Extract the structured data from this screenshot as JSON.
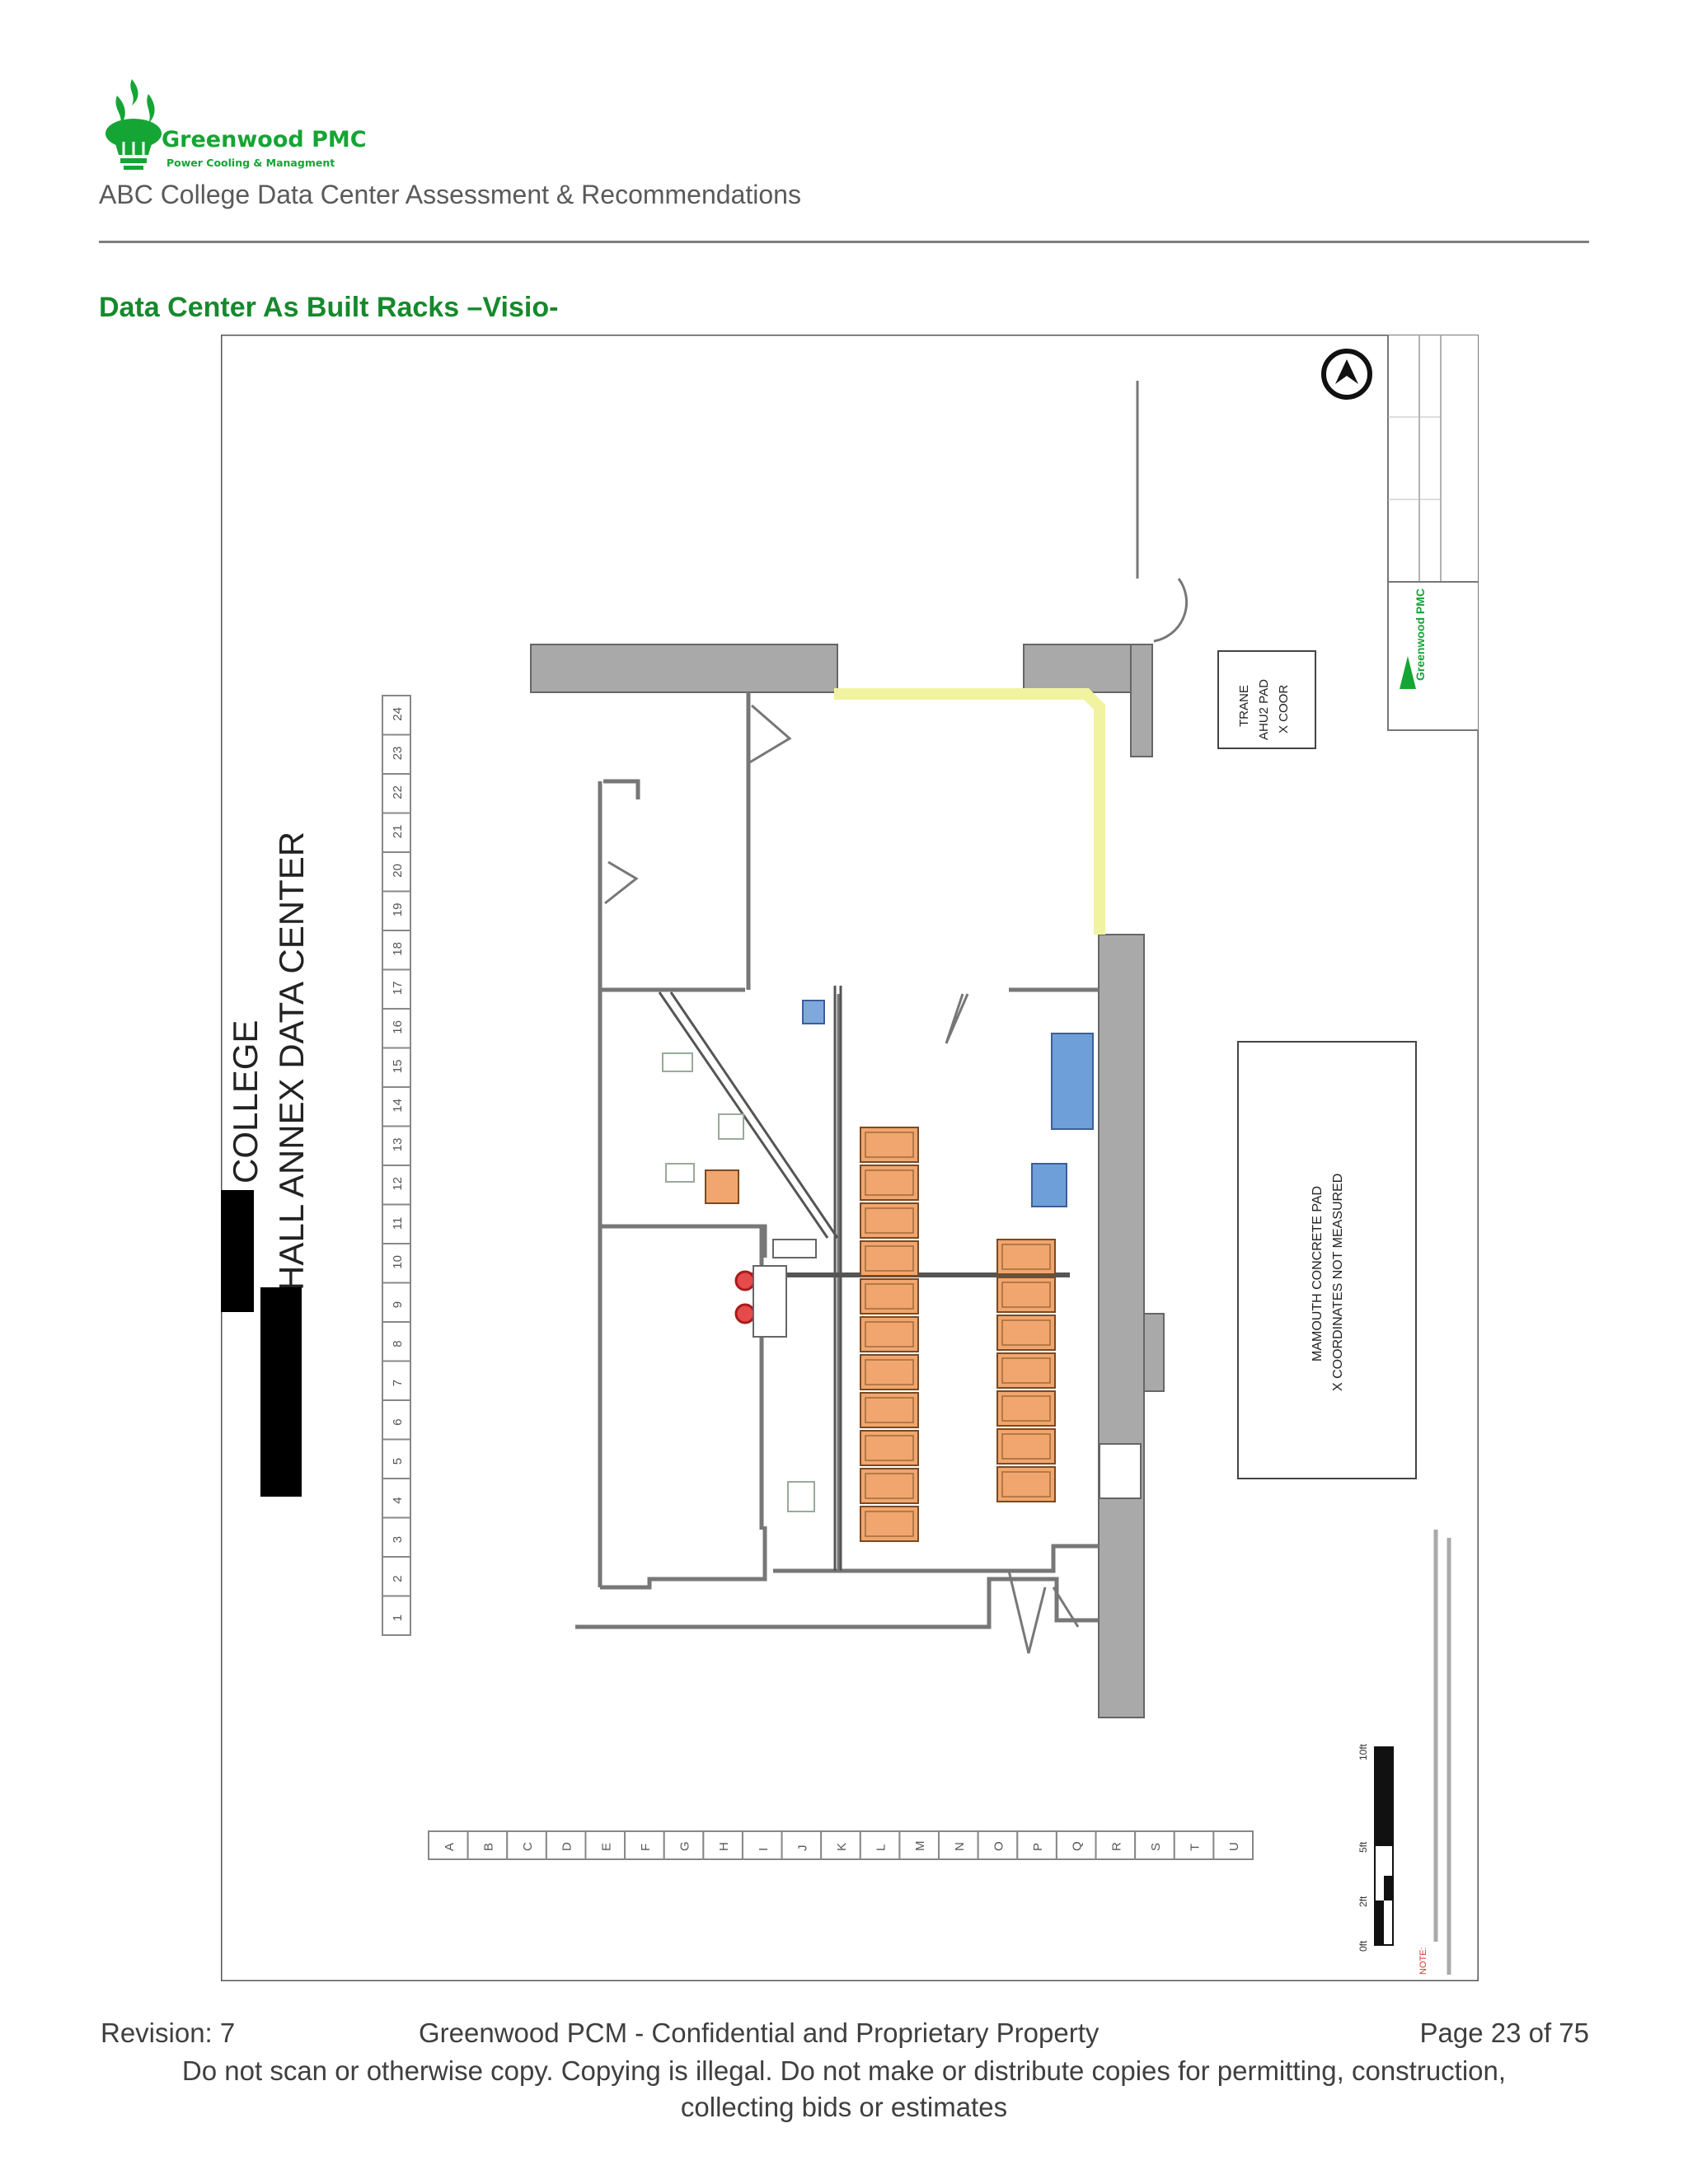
{
  "header": {
    "company_name": "Greenwood PMC",
    "company_tagline": "Power Cooling & Managment",
    "document_title": "ABC College Data Center Assessment & Recommendations"
  },
  "section": {
    "title": "Data Center As Built Racks –Visio-"
  },
  "drawing": {
    "title_line1": "COLLEGE",
    "title_line2": "HALL ANNEX DATA CENTER",
    "row_grid": [
      "1",
      "2",
      "3",
      "4",
      "5",
      "6",
      "7",
      "8",
      "9",
      "10",
      "11",
      "12",
      "13",
      "14",
      "15",
      "16",
      "17",
      "18",
      "19",
      "20",
      "21",
      "22",
      "23",
      "24"
    ],
    "col_grid": [
      "A",
      "B",
      "C",
      "D",
      "E",
      "F",
      "G",
      "H",
      "I",
      "J",
      "K",
      "L",
      "M",
      "N",
      "O",
      "P",
      "Q",
      "R",
      "S",
      "T",
      "U"
    ],
    "trane_label": [
      "TRANE",
      "AHU2 PAD",
      "X COOR"
    ],
    "concrete_label": [
      "MAMOUTH CONCRETE PAD",
      "X COORDINATES NOT MEASURED"
    ],
    "titleblock_brand": "Greenwood PMC",
    "scale_labels": [
      "0ft",
      "2ft",
      "5ft",
      "10ft"
    ],
    "note_label": "NOTE:"
  },
  "footer": {
    "revision": "Revision:  7",
    "confidential": "Greenwood PCM - Confidential and Proprietary Property",
    "page": "Page 23 of 75",
    "notice_line1": "Do not scan or otherwise copy. Copying is illegal. Do not make or distribute copies for permitting, construction,",
    "notice_line2": "collecting bids or estimates"
  },
  "colors": {
    "brand_green": "#15a535",
    "heading_green": "#158a2c",
    "rack_orange": "#f0a66e",
    "wall_gray": "#a9a9a9",
    "crac_blue": "#6f9fd8"
  }
}
